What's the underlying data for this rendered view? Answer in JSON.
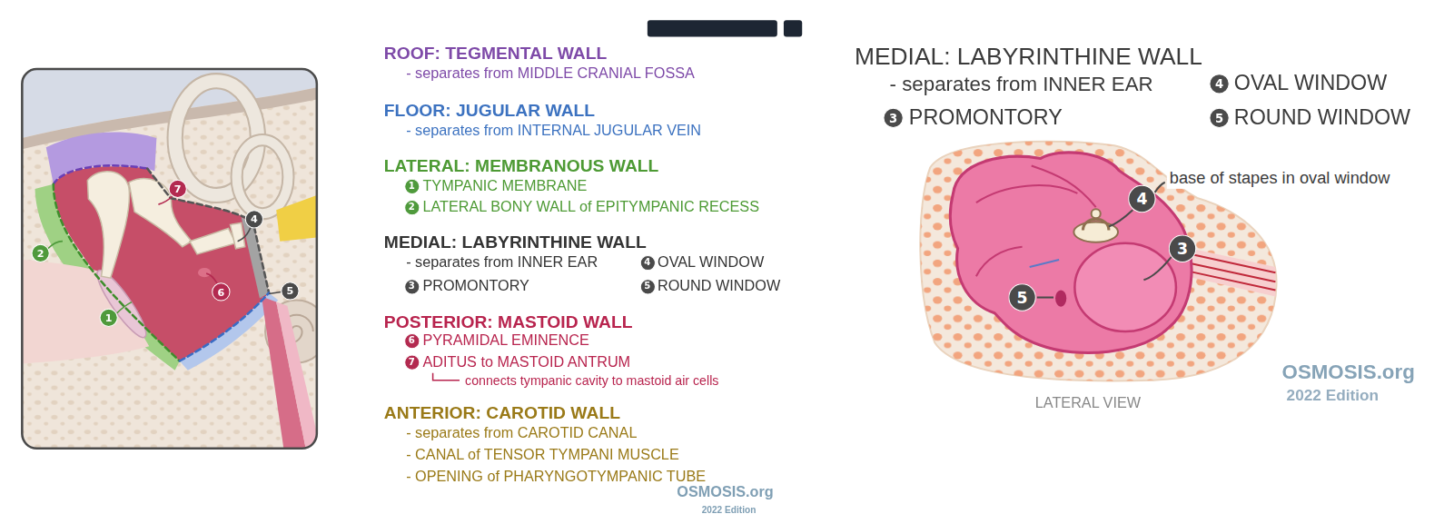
{
  "diagram": {
    "nodes": [
      {
        "text": [
          "7"
        ]
      },
      {
        "text": [
          "4"
        ]
      },
      {
        "text": [
          "2"
        ]
      },
      {
        "text": [
          "6"
        ]
      },
      {
        "text": [
          "5"
        ]
      },
      {
        "text": [
          "1"
        ]
      },
      {
        "text": [
          "1"
        ]
      },
      {
        "text": [
          "2"
        ]
      },
      {
        "text": [
          "4"
        ]
      },
      {
        "text": [
          "3"
        ]
      },
      {
        "text": [
          "5"
        ]
      },
      {
        "text": [
          "6"
        ]
      },
      {
        "text": [
          "7"
        ]
      },
      {
        "text": [
          "4"
        ]
      },
      {
        "text": [
          "3"
        ]
      },
      {
        "text": [
          "5"
        ]
      },
      {
        "text": [
          "4"
        ]
      },
      {
        "text": [
          "3"
        ]
      },
      {
        "text": [
          "5"
        ]
      }
    ],
    "labels": [
      "ROOF: TEGMENTAL WALL",
      "- separates from MIDDLE CRANIAL FOSSA",
      "FLOOR: JUGULAR WALL",
      "- separates from INTERNAL JUGULAR VEIN",
      "LATERAL: MEMBRANOUS WALL",
      "TYMPANIC MEMBRANE",
      "LATERAL BONY WALL of EPITYMPANIC RECESS",
      "MEDIAL: LABYRINTHINE WALL",
      "- separates from INNER EAR",
      "OVAL WINDOW",
      "PROMONTORY",
      "ROUND WINDOW",
      "POSTERIOR: MASTOID WALL",
      "PYRAMIDAL EMINENCE",
      "ADITUS to MASTOID ANTRUM",
      "connects tympanic cavity to mastoid air cells",
      "ANTERIOR: CAROTID WALL",
      "- separates from CAROTID CANAL",
      "- CANAL of TENSOR TYMPANI MUSCLE",
      "- OPENING of PHARYNGOTYMPANIC TUBE",
      "OSMOSIS.org",
      "2022 Edition",
      "MEDIAL: LABYRINTHINE WALL",
      "- separates from INNER EAR",
      "OVAL WINDOW",
      "PROMONTORY",
      "ROUND WINDOW",
      "base of stapes in oval window",
      "LATERAL VIEW",
      "OSMOSIS.org",
      "2022 Edition"
    ]
  }
}
